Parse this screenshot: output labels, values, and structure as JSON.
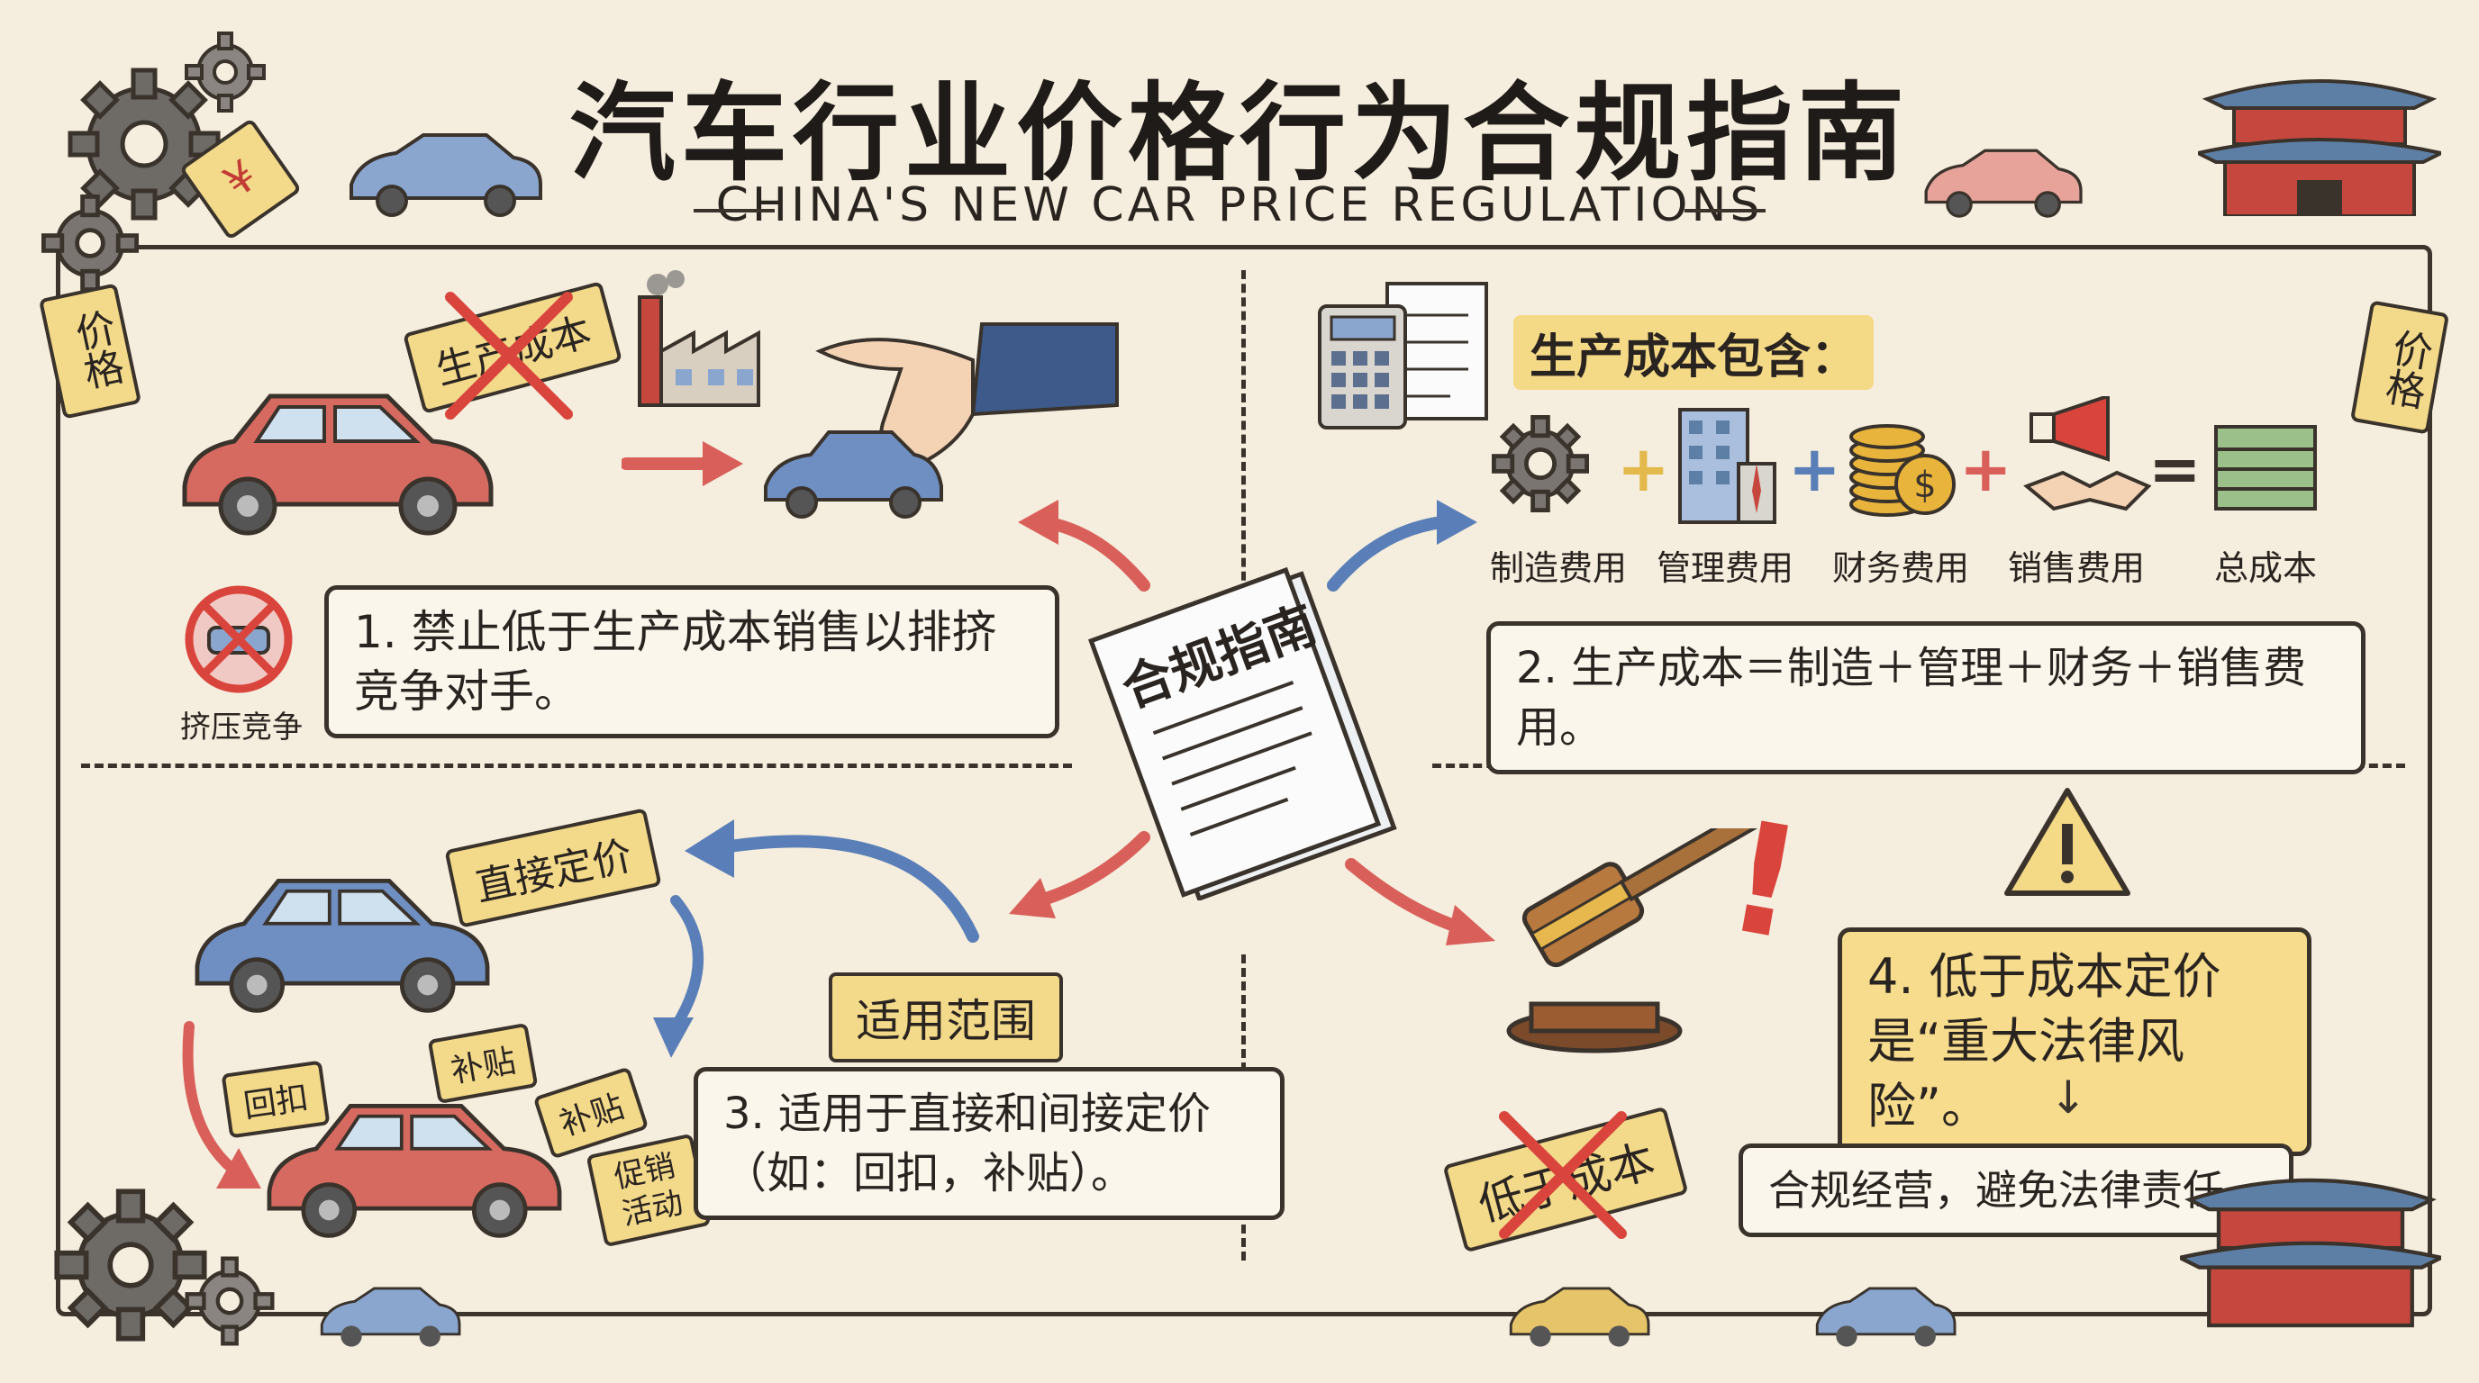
{
  "title": "汽车行业价格行为合规指南",
  "subtitle": "CHINA'S NEW CAR PRICE REGULATIONS",
  "corner_tags": {
    "left": "价格",
    "right": "价格",
    "top_left_price": "¥"
  },
  "center_doc": {
    "label": "合规指南"
  },
  "section1": {
    "tag": "生产成本",
    "icon_caption": "挤压竞争",
    "text": "1. 禁止低于生产成本销售以排挤竞争对手。"
  },
  "section2": {
    "heading": "生产成本包含：",
    "costs": [
      {
        "label": "制造费用",
        "icon": "gear-icon"
      },
      {
        "label": "管理费用",
        "icon": "office-building-icon"
      },
      {
        "label": "财务费用",
        "icon": "coins-icon"
      },
      {
        "label": "销售费用",
        "icon": "megaphone-handshake-icon"
      },
      {
        "label": "总成本",
        "icon": "money-stack-icon"
      }
    ],
    "text": "2. 生产成本＝制造＋管理＋财务＋销售费用。"
  },
  "section3": {
    "tag_direct": "直接定价",
    "tags": [
      "回扣",
      "补贴",
      "补贴",
      "促销活动"
    ],
    "scope": "适用范围",
    "text": "3. 适用于直接和间接定价（如：回扣，补贴）。"
  },
  "section4": {
    "tag": "低于成本",
    "text": "4. 低于成本定价是“重大法律风险”。",
    "conclusion": "合规经营，避免法律责任"
  },
  "colors": {
    "background": "#f5eddd",
    "red": "#d9605a",
    "blue": "#5a7fb8",
    "yellow": "#f4d986",
    "ink": "#3a332c"
  }
}
